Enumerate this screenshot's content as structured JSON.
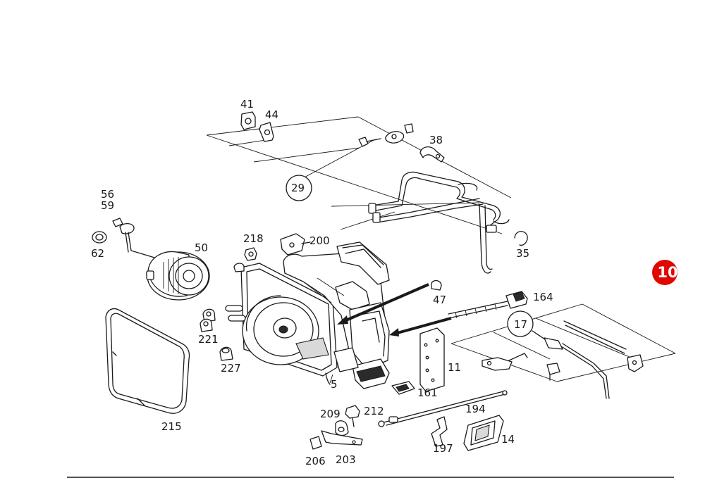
{
  "diagram": {
    "labels": {
      "p41": "41",
      "p44": "44",
      "p38": "38",
      "p29": "29",
      "p56": "56",
      "p59": "59",
      "p62": "62",
      "p50": "50",
      "p218": "218",
      "p200": "200",
      "p35": "35",
      "p47": "47",
      "p164": "164",
      "p17": "17",
      "p221": "221",
      "p227": "227",
      "p11": "11",
      "p5": "5",
      "p161": "161",
      "p215": "215",
      "p194": "194",
      "p209": "209",
      "p212": "212",
      "p197": "197",
      "p14": "14",
      "p206": "206",
      "p203": "203"
    }
  },
  "page_badge": {
    "text": "10",
    "color": "#e10600"
  }
}
